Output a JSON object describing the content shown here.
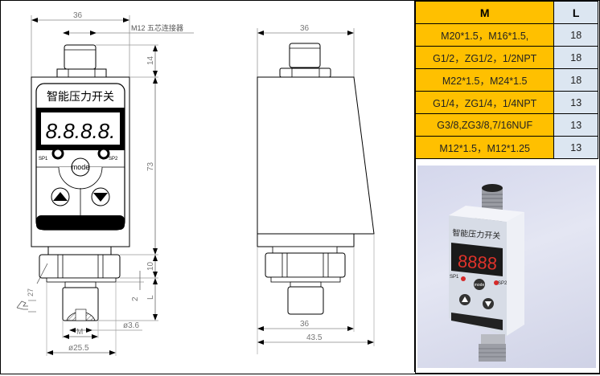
{
  "drawing": {
    "front_view": {
      "connector_label": "M12 五芯连接器",
      "panel_title": "智能压力开关",
      "display_digits": "8.8.8.8.",
      "led_left_label": "SP1",
      "led_right_label": "SP2",
      "mode_button_label": "mode",
      "dimensions": {
        "width_top": "36",
        "connector_height": "14",
        "body_height": "73",
        "hex_height": "10",
        "thread_length": "L",
        "undercut": "2",
        "wrench_size": "27",
        "hole_diameter": "ø3.6",
        "thread": "M",
        "flange_diameter": "ø25.5"
      }
    },
    "side_view": {
      "dimensions": {
        "width_top": "36",
        "width_bottom": "36",
        "depth_bottom": "43.5"
      }
    }
  },
  "thread_table": {
    "headers": {
      "m": "M",
      "l": "L"
    },
    "rows": [
      {
        "m": "M20*1.5，M16*1.5,",
        "l": "18"
      },
      {
        "m": "G1/2，ZG1/2，1/2NPT",
        "l": "18"
      },
      {
        "m": "M22*1.5，M24*1.5",
        "l": "18"
      },
      {
        "m": "G1/4，ZG1/4，1/4NPT",
        "l": "13"
      },
      {
        "m": "G3/8,ZG3/8,7/16NUF",
        "l": "13"
      },
      {
        "m": "M12*1.5，M12*1.25",
        "l": "13"
      }
    ],
    "colors": {
      "m_bg": "#ffc000",
      "l_bg": "#dce6f1"
    }
  },
  "photo": {
    "panel_title": "智能压力开关",
    "display_digits": "8888",
    "led_left_label": "SP1",
    "led_right_label": "SP2",
    "mode_button_label": "mode"
  }
}
